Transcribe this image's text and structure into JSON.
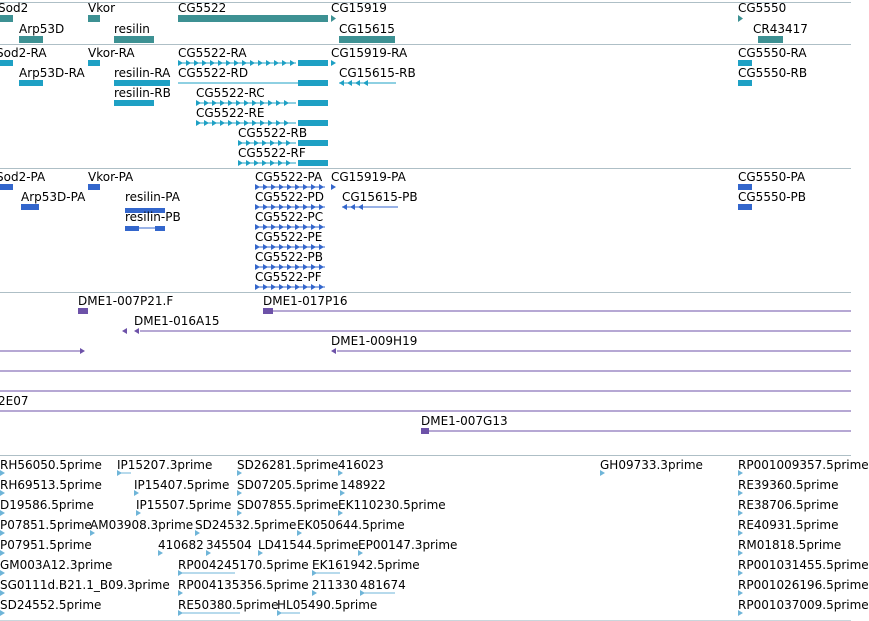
{
  "colors": {
    "gene": "#3d9193",
    "transcript": "#1ea0c4",
    "protein": "#3366cc",
    "clone": "#6d52a8",
    "est": "#6fb5d8",
    "separator": "#aebfc6"
  },
  "tracks": {
    "genes": {
      "labels": [
        "Sod2",
        "Vkor",
        "CG5522",
        "CG15919",
        "CG5550",
        "Arp53D",
        "resilin",
        "CG15615",
        "CR43417"
      ]
    },
    "transcripts": {
      "labels": [
        "Sod2-RA",
        "Vkor-RA",
        "CG5522-RA",
        "CG15919-RA",
        "CG5550-RA",
        "Arp53D-RA",
        "resilin-RA",
        "CG5522-RD",
        "CG15615-RB",
        "CG5550-RB",
        "resilin-RB",
        "CG5522-RC",
        "CG5522-RE",
        "CG5522-RB",
        "CG5522-RF"
      ]
    },
    "proteins": {
      "labels": [
        "Sod2-PA",
        "Vkor-PA",
        "CG5522-PA",
        "CG15919-PA",
        "CG5550-PA",
        "Arp53D-PA",
        "CG5522-PD",
        "CG15615-PB",
        "CG5550-PB",
        "resilin-PA",
        "CG5522-PC",
        "resilin-PB",
        "CG5522-PE",
        "CG5522-PB",
        "CG5522-PF"
      ]
    },
    "clones": {
      "labels": [
        "DME1-007P21.F",
        "DME1-017P16",
        "DME1-016A15",
        "DME1-009H19",
        "2E07",
        "DME1-007G13"
      ]
    },
    "ests": {
      "labels": [
        "RH56050.5prime",
        "IP15207.3prime",
        "SD26281.5prime",
        "416023",
        "GH09733.3prime",
        "RP001009357.5prime",
        "RH69513.5prime",
        "IP15407.5prime",
        "SD07205.5prime",
        "148922",
        "RE39360.5prime",
        "D19586.5prime",
        "IP15507.5prime",
        "SD07855.5prime",
        "EK110230.5prime",
        "RE38706.5prime",
        "P07851.5prime",
        "AM03908.3prime",
        "SD24532.5prime",
        "EK050644.5prime",
        "RE40931.5prime",
        "P07951.5prime",
        "410682",
        "345504",
        "LD41544.5prime",
        "EP00147.3prime",
        "RM01818.5prime",
        "GM003A12.3prime",
        "RP004245170.5prime",
        "EK161942.5prime",
        "RP001031455.5prime",
        "SG0111d.B21.1_B09.3prime",
        "RP004135356.5prime",
        "211330",
        "481674",
        "RP001026196.5prime",
        "SD24552.5prime",
        "RE50380.5prime",
        "HL05490.5prime",
        "RP001037009.5prime"
      ]
    }
  }
}
